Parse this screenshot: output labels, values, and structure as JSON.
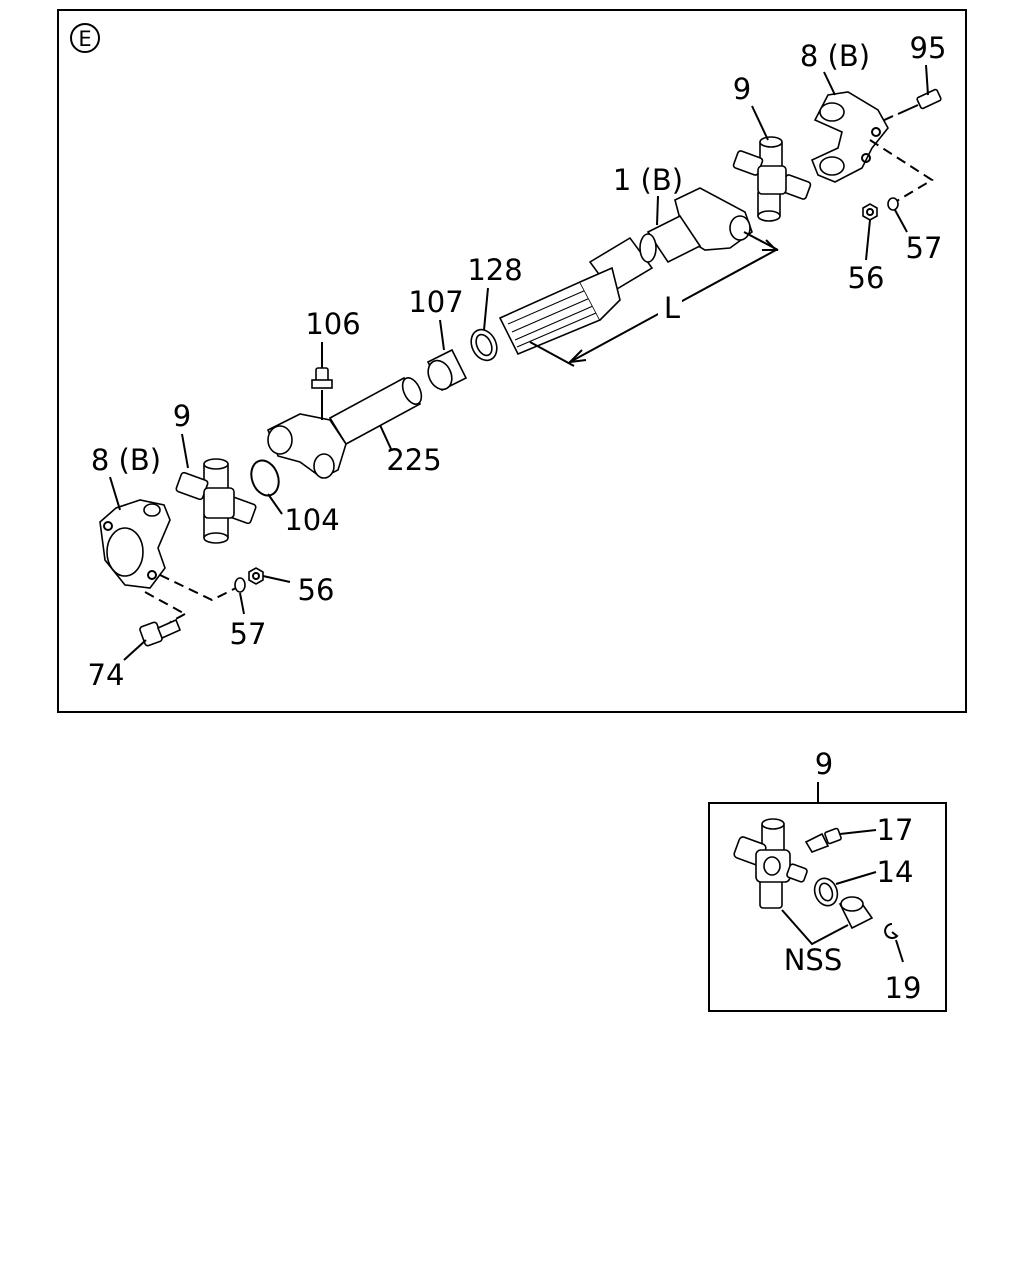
{
  "section_mark": "E",
  "callouts": {
    "c8b_top": "8 (B)",
    "c95": "95",
    "c9_top": "9",
    "c1b": "1 (B)",
    "c57_top": "57",
    "c56_top": "56",
    "cL": "L",
    "c128": "128",
    "c107": "107",
    "c106": "106",
    "c225": "225",
    "c9_left": "9",
    "c8b_left": "8 (B)",
    "c104": "104",
    "c56_bot": "56",
    "c57_bot": "57",
    "c74": "74"
  },
  "inset": {
    "title": "9",
    "c17": "17",
    "c14": "14",
    "cNSS": "NSS",
    "c19": "19"
  }
}
